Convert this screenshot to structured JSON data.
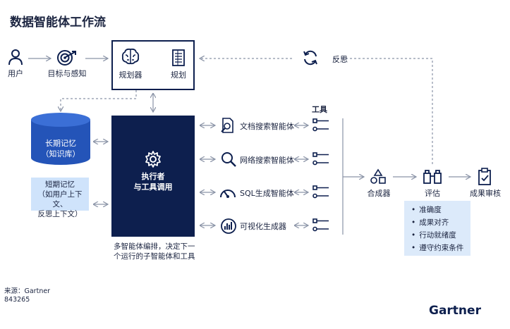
{
  "title": "数据智能体工作流",
  "top_row": {
    "user": "用户",
    "goal": "目标与感知",
    "planner": "规划器",
    "plan": "规划",
    "reflect": "反思"
  },
  "memory": {
    "long_term": [
      "长期记忆",
      "（知识库）"
    ],
    "short_term": [
      "短期记忆",
      "（如用户上下文、",
      "反思上下文）"
    ]
  },
  "executor": [
    "执行者",
    "与工具调用"
  ],
  "tools_header": "工具",
  "agents": [
    "文档搜索智能体",
    "网络搜索智能体",
    "SQL生成智能体",
    "可视化生成器"
  ],
  "right_flow": {
    "synth": "合成器",
    "eval": "评估",
    "review": "成果审核"
  },
  "eval_criteria": [
    "准确度",
    "成果对齐",
    "行动就绪度",
    "遵守约束条件"
  ],
  "note": [
    "多智能体编排，决定下一",
    "个运行的子智能体和工具"
  ],
  "source": [
    "来源：Gartner",
    "843265"
  ],
  "brand": "Gartner",
  "colors": {
    "navy": "#0d1f4e",
    "memory_blue": "#2454b8",
    "light_blue": "#cfe3fb",
    "panel_blue": "#dceafa",
    "line_gray": "#8a93a6"
  }
}
